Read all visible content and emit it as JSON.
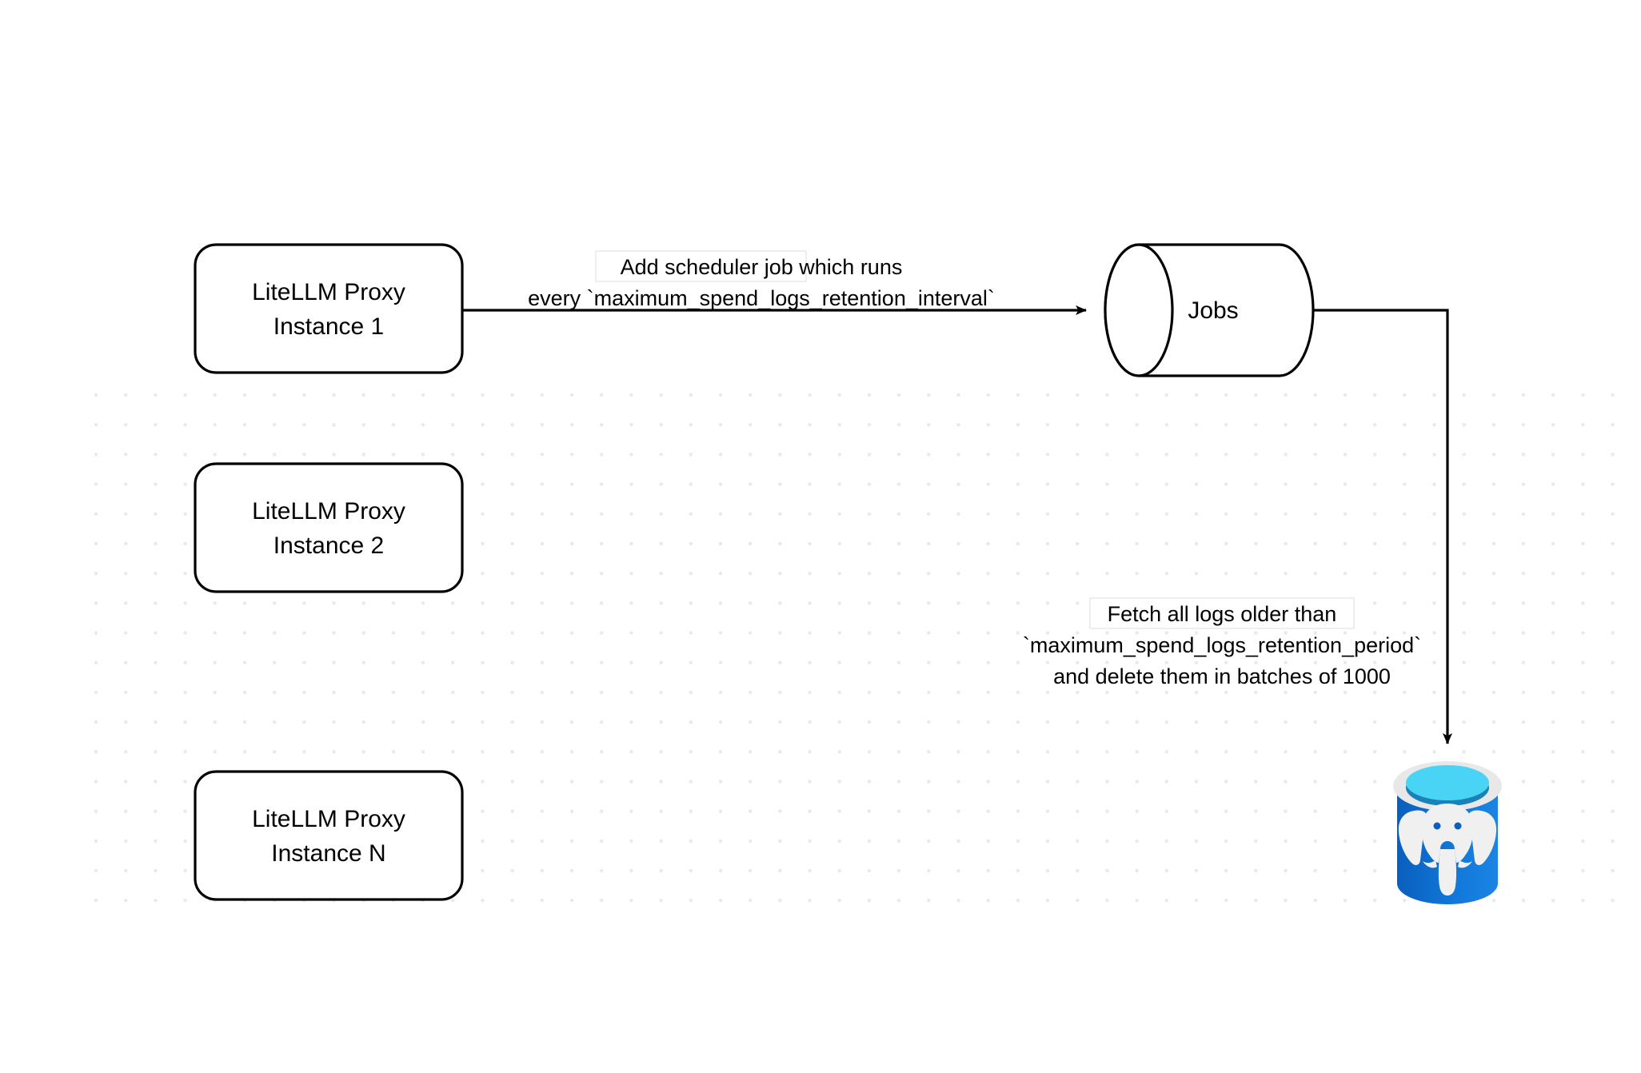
{
  "diagram": {
    "title": "LiteLLM spend logs retention scheduler flow",
    "background": {
      "color": "#ffffff",
      "grid": "dotted",
      "grid_dot_color": "#e9e9e9"
    },
    "nodes": [
      {
        "id": "proxy-1",
        "shape": "rounded-rect",
        "line1": "LiteLLM Proxy",
        "line2": "Instance 1"
      },
      {
        "id": "proxy-2",
        "shape": "rounded-rect",
        "line1": "LiteLLM Proxy",
        "line2": "Instance 2"
      },
      {
        "id": "proxy-n",
        "shape": "rounded-rect",
        "line1": "LiteLLM Proxy",
        "line2": "Instance N"
      },
      {
        "id": "jobs",
        "shape": "cylinder-horizontal",
        "label": "Jobs"
      },
      {
        "id": "postgres-db",
        "shape": "database-icon",
        "label": "",
        "icon": "postgresql-elephant-icon",
        "colors": {
          "body_dark": "#0a5fbd",
          "body_light": "#1b84e4",
          "rim": "#e8e8e8",
          "top_fill": "#49d3f4",
          "top_shadow": "#1a82b8",
          "elephant": "#f0f0f0"
        }
      }
    ],
    "edges": [
      {
        "id": "edge-proxy1-jobs",
        "from": "proxy-1",
        "to": "jobs",
        "label_lines": [
          "Add scheduler job which runs",
          "every `maximum_spend_logs_retention_interval`"
        ]
      },
      {
        "id": "edge-jobs-db",
        "from": "jobs",
        "to": "postgres-db",
        "label_lines": [
          "Fetch all logs older than",
          "`maximum_spend_logs_retention_period`",
          "and delete them in batches of 1000"
        ]
      }
    ]
  }
}
